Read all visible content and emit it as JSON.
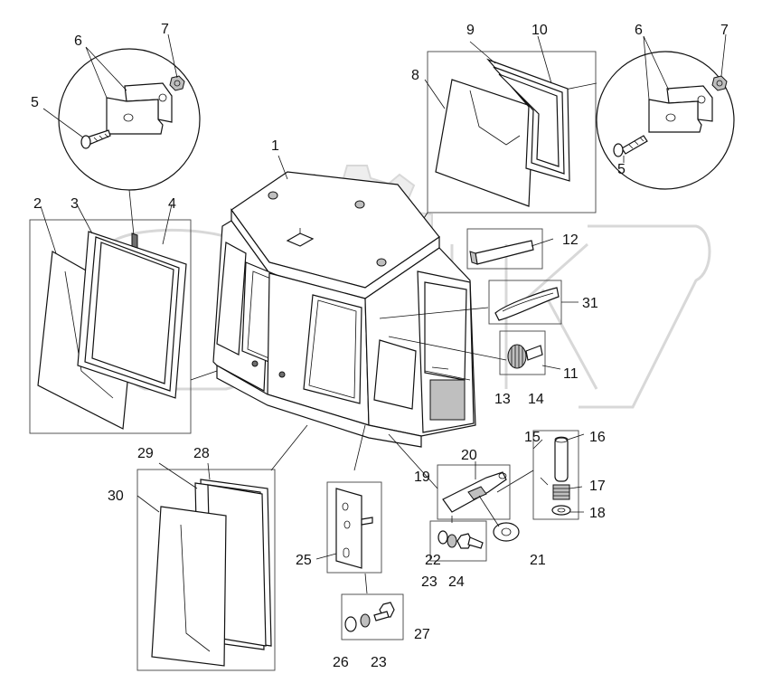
{
  "watermark": "ORIK",
  "corner_mark": "",
  "callouts": [
    {
      "id": "c1",
      "text": "1"
    },
    {
      "id": "c2",
      "text": "2"
    },
    {
      "id": "c3",
      "text": "3"
    },
    {
      "id": "c4",
      "text": "4"
    },
    {
      "id": "c5a",
      "text": "5"
    },
    {
      "id": "c5b",
      "text": "5"
    },
    {
      "id": "c6a",
      "text": "6"
    },
    {
      "id": "c6b",
      "text": "6"
    },
    {
      "id": "c7a",
      "text": "7"
    },
    {
      "id": "c7b",
      "text": "7"
    },
    {
      "id": "c8",
      "text": "8"
    },
    {
      "id": "c9",
      "text": "9"
    },
    {
      "id": "c10",
      "text": "10"
    },
    {
      "id": "c11",
      "text": "11"
    },
    {
      "id": "c12",
      "text": "12"
    },
    {
      "id": "c13",
      "text": "13"
    },
    {
      "id": "c14",
      "text": "14"
    },
    {
      "id": "c15",
      "text": "15"
    },
    {
      "id": "c16",
      "text": "16"
    },
    {
      "id": "c17",
      "text": "17"
    },
    {
      "id": "c18",
      "text": "18"
    },
    {
      "id": "c19",
      "text": "19"
    },
    {
      "id": "c20",
      "text": "20"
    },
    {
      "id": "c21",
      "text": "21"
    },
    {
      "id": "c22",
      "text": "22"
    },
    {
      "id": "c23a",
      "text": "23"
    },
    {
      "id": "c23b",
      "text": "23"
    },
    {
      "id": "c24",
      "text": "24"
    },
    {
      "id": "c25",
      "text": "25"
    },
    {
      "id": "c26",
      "text": "26"
    },
    {
      "id": "c27",
      "text": "27"
    },
    {
      "id": "c28",
      "text": "28"
    },
    {
      "id": "c29",
      "text": "29"
    },
    {
      "id": "c30",
      "text": "30"
    },
    {
      "id": "c31",
      "text": "31"
    }
  ]
}
